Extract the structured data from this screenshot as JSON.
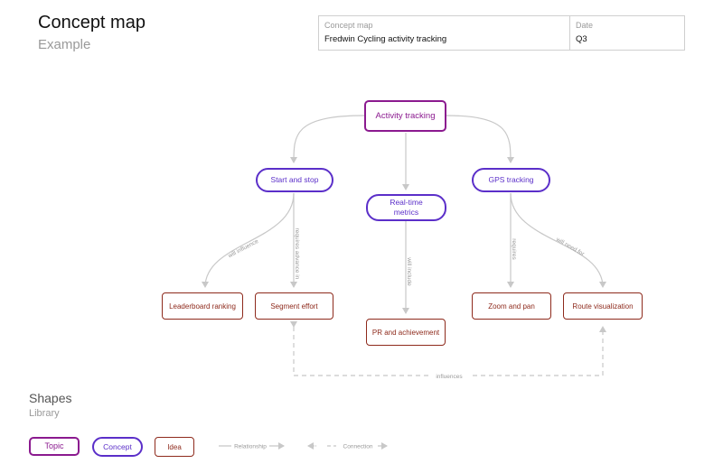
{
  "header": {
    "title": "Concept map",
    "subtitle": "Example"
  },
  "info": {
    "label_1": "Concept map",
    "value_1": "Fredwin Cycling activity tracking",
    "label_2": "Date",
    "value_2": "Q3"
  },
  "nodes": {
    "activity_tracking": "Activity tracking",
    "start_and_stop": "Start and stop",
    "realtime_metrics_line1": "Real-time",
    "realtime_metrics_line2": "metrics",
    "gps_tracking": "GPS tracking",
    "leaderboard_ranking": "Leaderboard ranking",
    "segment_effort": "Segment effort",
    "pr_and_achievement": "PR and achievement",
    "zoom_and_pan": "Zoom and pan",
    "route_visualization": "Route visualization"
  },
  "edge_labels": {
    "will_influence": "will influence",
    "requires_advance_in": "requires advance in",
    "will_include": "will include",
    "requires": "requires",
    "will_need_for": "will need for",
    "influences": "influences"
  },
  "library": {
    "title": "Shapes",
    "subtitle": "Library",
    "topic": "Topic",
    "concept": "Concept",
    "idea": "Idea",
    "relationship": "Relationship",
    "connection": "Connection"
  },
  "colors": {
    "topic": "#8b1a8f",
    "concept": "#5b2fc9",
    "idea": "#8e2a1c",
    "edge": "#c8c8c8"
  }
}
